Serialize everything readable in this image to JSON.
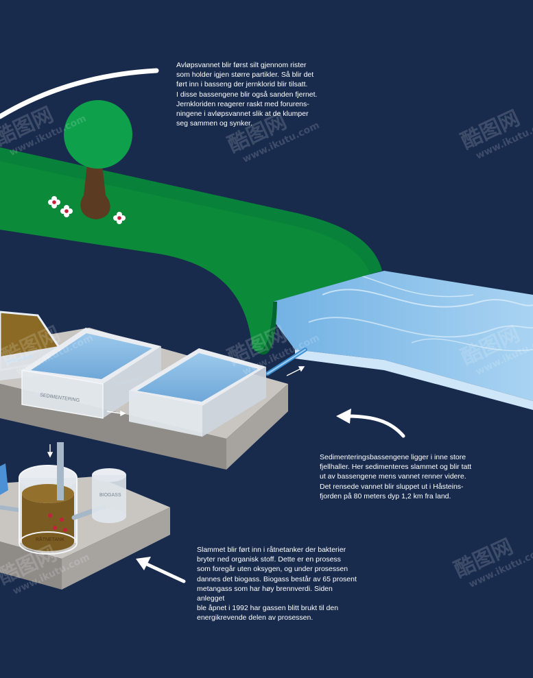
{
  "texts": {
    "intro": "Avløpsvannet blir først silt gjennom rister\nsom holder igjen større partikler. Så blir det\nført inn i basseng der jernklorid blir tilsatt.\nI disse bassengene blir også sanden fjernet.\nJernkloriden reagerer raskt med forurens-\nningene i avløpsvannet slik at de klumper\nseg sammen og synker.",
    "sedimentation": "Sedimenteringsbassengene ligger i inne store\nfjellhaller. Her sedimenteres slammet og blir tatt\nut av bassengene mens vannet renner videre.\nDet rensede vannet blir sluppet ut i Håsteins-\nfjorden på 80 meters dyp 1,2 km fra land.",
    "sludge": "Slammet blir ført inn i råtnetanker der bakterier\nbryter ned organisk stoff. Dette er en prosess\nsom foregår uten oksygen, og under prosessen\ndannes det biogass. Biogass består av 65 prosent\nmetangass som har høy brennverdi. Siden anlegget\nble åpnet i 1992 har gassen blitt brukt til den\nenergikrevende delen av prosessen."
  },
  "labels": {
    "sedimentation_tank": "SEDIMENTERING",
    "digester_tank": "RÅTNETANK",
    "biogas_tank": "BIOGASS"
  },
  "watermark": {
    "logo": "酷图网",
    "url": "www.ikutu.com"
  },
  "colors": {
    "background": "#182b4d",
    "grass": "#0b8a3a",
    "water": "#8cc3ea",
    "platform": "#c9c6c1",
    "sludge": "#7a5c22",
    "text": "#ffffff"
  }
}
